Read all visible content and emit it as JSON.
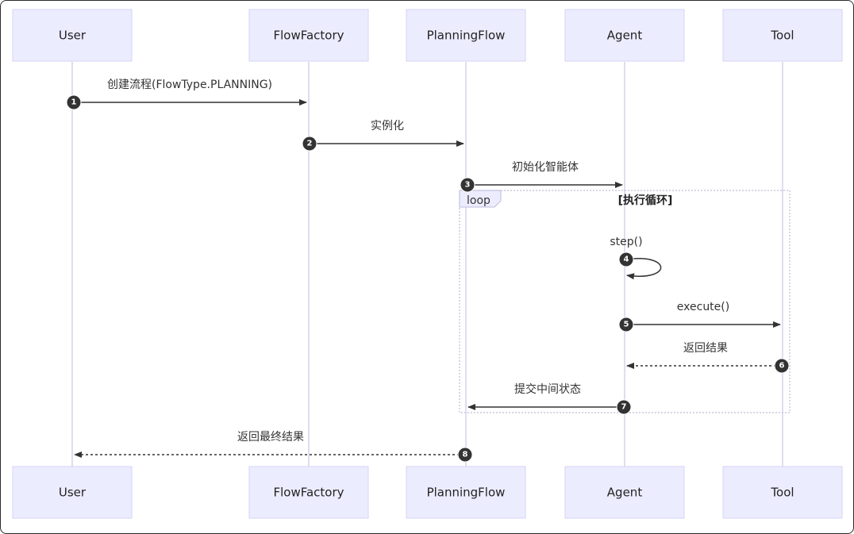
{
  "participants": [
    "User",
    "FlowFactory",
    "PlanningFlow",
    "Agent",
    "Tool"
  ],
  "messages": [
    {
      "seq": "1",
      "label": "创建流程(FlowType.PLANNING)"
    },
    {
      "seq": "2",
      "label": "实例化"
    },
    {
      "seq": "3",
      "label": "初始化智能体"
    },
    {
      "seq": "4",
      "label": "step()"
    },
    {
      "seq": "5",
      "label": "execute()"
    },
    {
      "seq": "6",
      "label": "返回结果"
    },
    {
      "seq": "7",
      "label": "提交中间状态"
    },
    {
      "seq": "8",
      "label": "返回最终结果"
    }
  ],
  "loop": {
    "keyword": "loop",
    "condition": "[执行循环]"
  },
  "colors": {
    "actor_fill": "#ECECFF",
    "line": "#333333",
    "lifeline": "#C9C9E8"
  }
}
